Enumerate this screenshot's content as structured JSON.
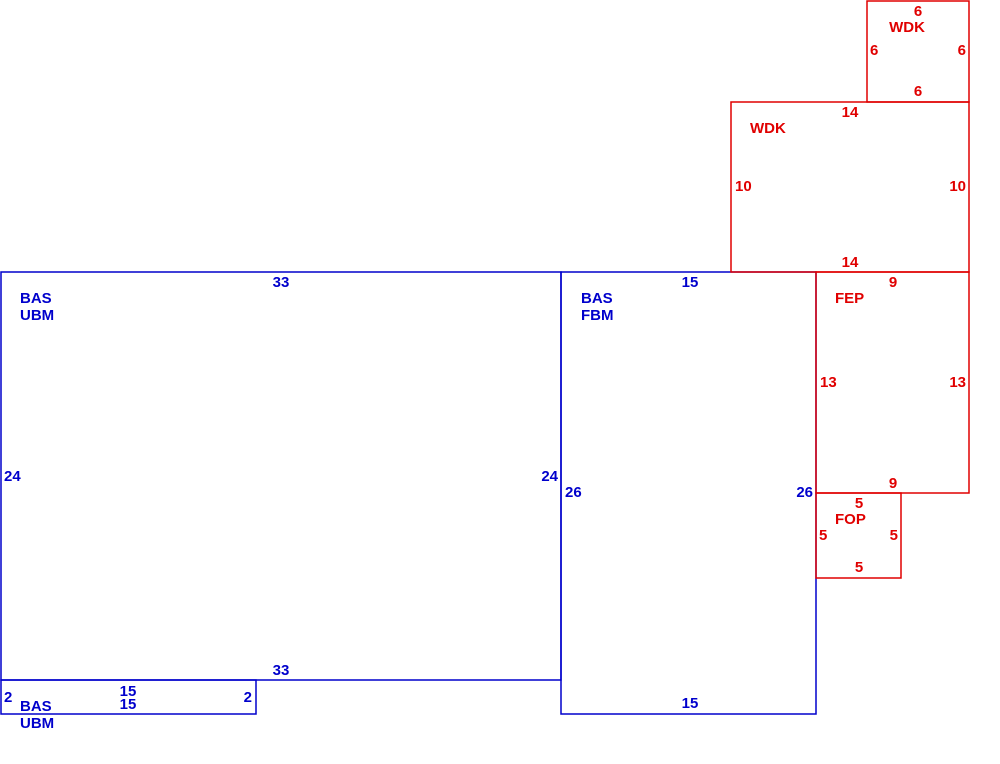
{
  "colors": {
    "main_structure": "#0000cc",
    "additions": "#e00000"
  },
  "areas": {
    "bas_ubm_main": {
      "code_1": "BAS",
      "code_2": "UBM",
      "top": "33",
      "bottom": "33",
      "left": "24",
      "right": "24"
    },
    "bas_ubm_strip": {
      "code_1": "BAS",
      "code_2": "UBM",
      "top": "15",
      "bottom": "15",
      "left": "2",
      "right": "2"
    },
    "bas_fbm": {
      "code_1": "BAS",
      "code_2": "FBM",
      "top": "15",
      "bottom": "15",
      "left": "26",
      "right": "26"
    },
    "wdk_large": {
      "code": "WDK",
      "top": "14",
      "bottom": "14",
      "left": "10",
      "right": "10"
    },
    "wdk_small": {
      "code": "WDK",
      "top": "6",
      "bottom": "6",
      "left": "6",
      "right": "6"
    },
    "fep": {
      "code": "FEP",
      "top": "9",
      "bottom": "9",
      "left": "13",
      "right": "13"
    },
    "fop": {
      "code": "FOP",
      "top": "5",
      "bottom": "5",
      "left": "5",
      "right": "5"
    }
  }
}
